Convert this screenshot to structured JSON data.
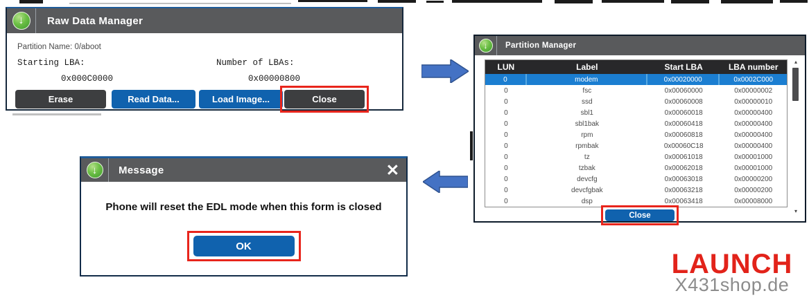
{
  "raw_data_manager": {
    "title": "Raw Data Manager",
    "icon": "download-icon",
    "icon_glyph": "↓",
    "partition_name": "Partition Name: 0/aboot",
    "starting_lba_label": "Starting LBA:",
    "starting_lba_value": "0x000C0000",
    "number_of_lbas_label": "Number of LBAs:",
    "number_of_lbas_value": "0x00000800",
    "buttons": {
      "erase": "Erase",
      "read_data": "Read Data...",
      "load_image": "Load Image...",
      "close": "Close"
    }
  },
  "partition_manager": {
    "title": "Partition Manager",
    "icon": "download-icon",
    "icon_glyph": "↓",
    "close_label": "Close",
    "scrollbar": {
      "up_glyph": "▴",
      "down_glyph": "▾"
    },
    "table": {
      "columns": [
        "LUN",
        "Label",
        "Start LBA",
        "LBA number"
      ],
      "rows": [
        {
          "lun": "0",
          "label": "modem",
          "start_lba": "0x00020000",
          "lba_number": "0x0002C000",
          "selected": true
        },
        {
          "lun": "0",
          "label": "fsc",
          "start_lba": "0x00060000",
          "lba_number": "0x00000002",
          "selected": false
        },
        {
          "lun": "0",
          "label": "ssd",
          "start_lba": "0x00060008",
          "lba_number": "0x00000010",
          "selected": false
        },
        {
          "lun": "0",
          "label": "sbl1",
          "start_lba": "0x00060018",
          "lba_number": "0x00000400",
          "selected": false
        },
        {
          "lun": "0",
          "label": "sbl1bak",
          "start_lba": "0x00060418",
          "lba_number": "0x00000400",
          "selected": false
        },
        {
          "lun": "0",
          "label": "rpm",
          "start_lba": "0x00060818",
          "lba_number": "0x00000400",
          "selected": false
        },
        {
          "lun": "0",
          "label": "rpmbak",
          "start_lba": "0x00060C18",
          "lba_number": "0x00000400",
          "selected": false
        },
        {
          "lun": "0",
          "label": "tz",
          "start_lba": "0x00061018",
          "lba_number": "0x00001000",
          "selected": false
        },
        {
          "lun": "0",
          "label": "tzbak",
          "start_lba": "0x00062018",
          "lba_number": "0x00001000",
          "selected": false
        },
        {
          "lun": "0",
          "label": "devcfg",
          "start_lba": "0x00063018",
          "lba_number": "0x00000200",
          "selected": false
        },
        {
          "lun": "0",
          "label": "devcfgbak",
          "start_lba": "0x00063218",
          "lba_number": "0x00000200",
          "selected": false
        },
        {
          "lun": "0",
          "label": "dsp",
          "start_lba": "0x00063418",
          "lba_number": "0x00008000",
          "selected": false
        }
      ]
    }
  },
  "message_dialog": {
    "title": "Message",
    "icon": "download-icon",
    "icon_glyph": "↓",
    "close_glyph": "✕",
    "text": "Phone will reset the EDL mode when this form is closed",
    "ok_label": "OK"
  },
  "watermark": {
    "brand": "LAUNCH",
    "site": "X431shop.de"
  },
  "colors": {
    "titlebar_gray": "#595a5c",
    "table_header_dark": "#28282a",
    "selected_row_blue": "#1b7ed1",
    "button_blue": "#1062ae",
    "button_dark": "#3d3e40",
    "highlight_red": "#e8251c",
    "arrow_blue": "#4472c4",
    "arrow_border_blue": "#2f528f",
    "brand_red": "#e2231a",
    "brand_gray": "#8c8c8c",
    "icon_green": "#4aa02c"
  }
}
